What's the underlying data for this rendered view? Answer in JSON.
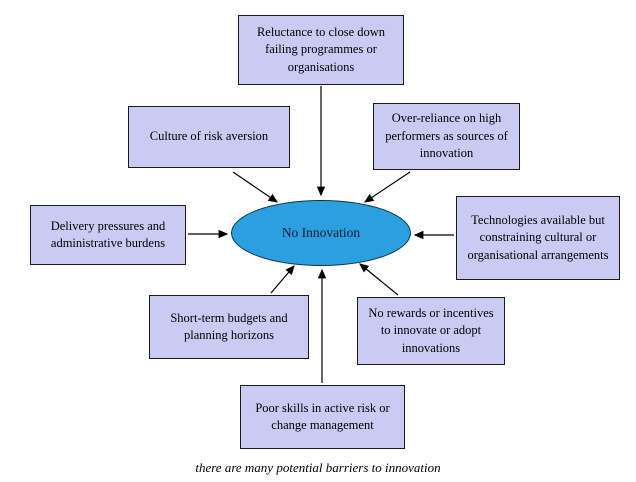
{
  "center": {
    "label": "No Innovation"
  },
  "nodes": [
    {
      "id": "reluctance",
      "label": "Reluctance to close down failing programmes or organisations"
    },
    {
      "id": "risk-aversion",
      "label": "Culture of risk aversion"
    },
    {
      "id": "over-reliance",
      "label": "Over-reliance on high performers as sources of innovation"
    },
    {
      "id": "delivery-pressure",
      "label": "Delivery pressures and administrative burdens"
    },
    {
      "id": "technologies",
      "label": "Technologies available but constraining cultural or organisational arrangements"
    },
    {
      "id": "short-term",
      "label": "Short-term budgets and planning horizons"
    },
    {
      "id": "no-rewards",
      "label": "No rewards or incentives to innovate or adopt innovations"
    },
    {
      "id": "poor-skills",
      "label": "Poor skills in active risk or change management"
    }
  ],
  "caption": "there are many potential barriers to innovation",
  "colors": {
    "node_fill": "#c9cbf2",
    "node_border": "#1a1a1a",
    "center_fill": "#2b9fe0",
    "center_border": "#10334a",
    "arrow": "#000000"
  }
}
